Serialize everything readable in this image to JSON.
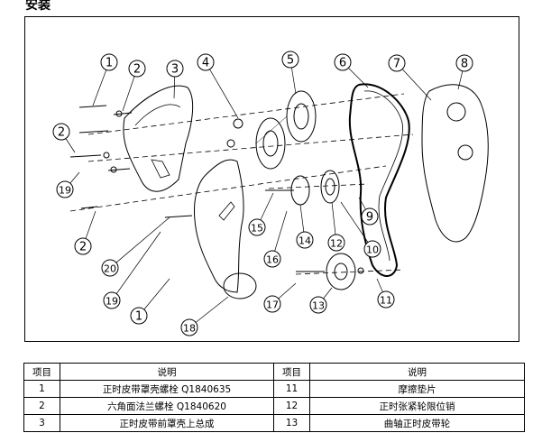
{
  "page": {
    "heading": "安装"
  },
  "diagram": {
    "callouts": [
      "1",
      "2",
      "3",
      "4",
      "5",
      "6",
      "7",
      "8",
      "2",
      "19",
      "2",
      "20",
      "19",
      "1",
      "18",
      "15",
      "16",
      "14",
      "12",
      "9",
      "10",
      "17",
      "13",
      "11"
    ]
  },
  "table": {
    "headers": {
      "item": "项目",
      "desc": "说明"
    },
    "rows": [
      {
        "l_item": "1",
        "l_desc": "正时皮带罩壳螺栓  Q1840635",
        "r_item": "11",
        "r_desc": "摩擦垫片"
      },
      {
        "l_item": "2",
        "l_desc": "六角面法兰螺栓  Q1840620",
        "r_item": "12",
        "r_desc": "正时张紧轮限位销"
      },
      {
        "l_item": "3",
        "l_desc": "正时皮带前罩壳上总成",
        "r_item": "13",
        "r_desc": "曲轴正时皮带轮"
      }
    ]
  }
}
